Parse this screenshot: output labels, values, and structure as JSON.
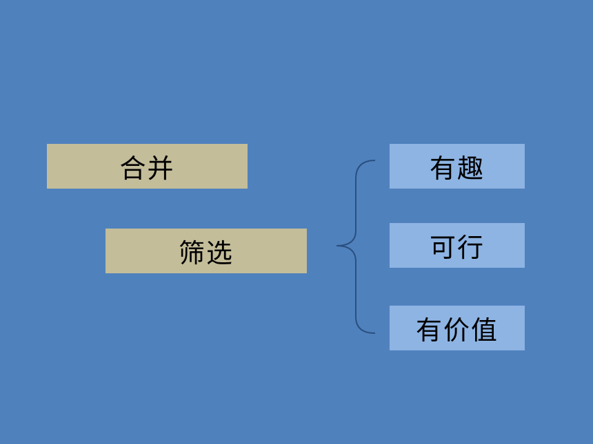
{
  "left_items": {
    "merge": "合并",
    "filter": "筛选"
  },
  "criteria": {
    "interesting": "有趣",
    "feasible": "可行",
    "valuable": "有价值"
  },
  "colors": {
    "background": "#4f81bd",
    "left_box": "#c3bd9a",
    "right_box": "#8eb4e3",
    "brace": "#2a4f7f",
    "text": "#000000"
  }
}
